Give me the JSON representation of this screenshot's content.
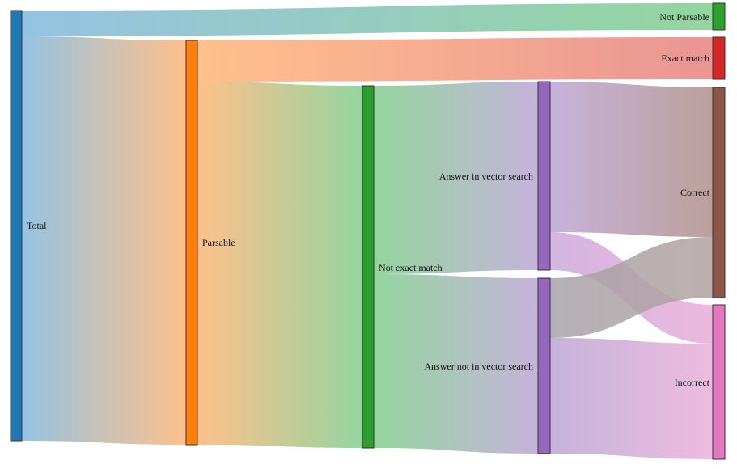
{
  "diagram": {
    "type": "sankey",
    "nodes": [
      {
        "id": "total",
        "label": "Total",
        "color": "#1f77b4"
      },
      {
        "id": "parsable",
        "label": "Parsable",
        "color": "#ff7f0e"
      },
      {
        "id": "not_parsable",
        "label": "Not Parsable",
        "color": "#2ca02c"
      },
      {
        "id": "exact_match",
        "label": "Exact match",
        "color": "#d62728"
      },
      {
        "id": "not_exact_match",
        "label": "Not exact match",
        "color": "#2ca02c"
      },
      {
        "id": "answer_in",
        "label": "Answer in vector search",
        "color": "#9467bd"
      },
      {
        "id": "answer_not_in",
        "label": "Answer not in vector search",
        "color": "#9467bd"
      },
      {
        "id": "correct",
        "label": "Correct",
        "color": "#8c564b"
      },
      {
        "id": "incorrect",
        "label": "Incorrect",
        "color": "#e377c2"
      }
    ],
    "links": [
      {
        "source": "total",
        "target": "not_parsable",
        "from_color": "#8fc0e0",
        "to_color": "#8fd39a"
      },
      {
        "source": "total",
        "target": "parsable",
        "from_color": "#8fc0e0",
        "to_color": "#ffbd86"
      },
      {
        "source": "parsable",
        "target": "exact_match",
        "from_color": "#ffbd86",
        "to_color": "#ea8f8f"
      },
      {
        "source": "parsable",
        "target": "not_exact_match",
        "from_color": "#ffbd86",
        "to_color": "#8fd39a"
      },
      {
        "source": "not_exact_match",
        "target": "answer_in",
        "from_color": "#8fd39a",
        "to_color": "#c3afd9"
      },
      {
        "source": "not_exact_match",
        "target": "answer_not_in",
        "from_color": "#8fd39a",
        "to_color": "#c3afd9"
      },
      {
        "source": "answer_in",
        "target": "correct",
        "from_color": "#c3afd9",
        "to_color": "#b89b95"
      },
      {
        "source": "answer_in",
        "target": "incorrect",
        "from_color": "#c9a3d9",
        "to_color": "#e7a7d6"
      },
      {
        "source": "answer_not_in",
        "target": "correct",
        "from_color": "#a7a3a8",
        "to_color": "#b2a1a1"
      },
      {
        "source": "answer_not_in",
        "target": "incorrect",
        "from_color": "#c3afd9",
        "to_color": "#ecb8df"
      }
    ]
  }
}
